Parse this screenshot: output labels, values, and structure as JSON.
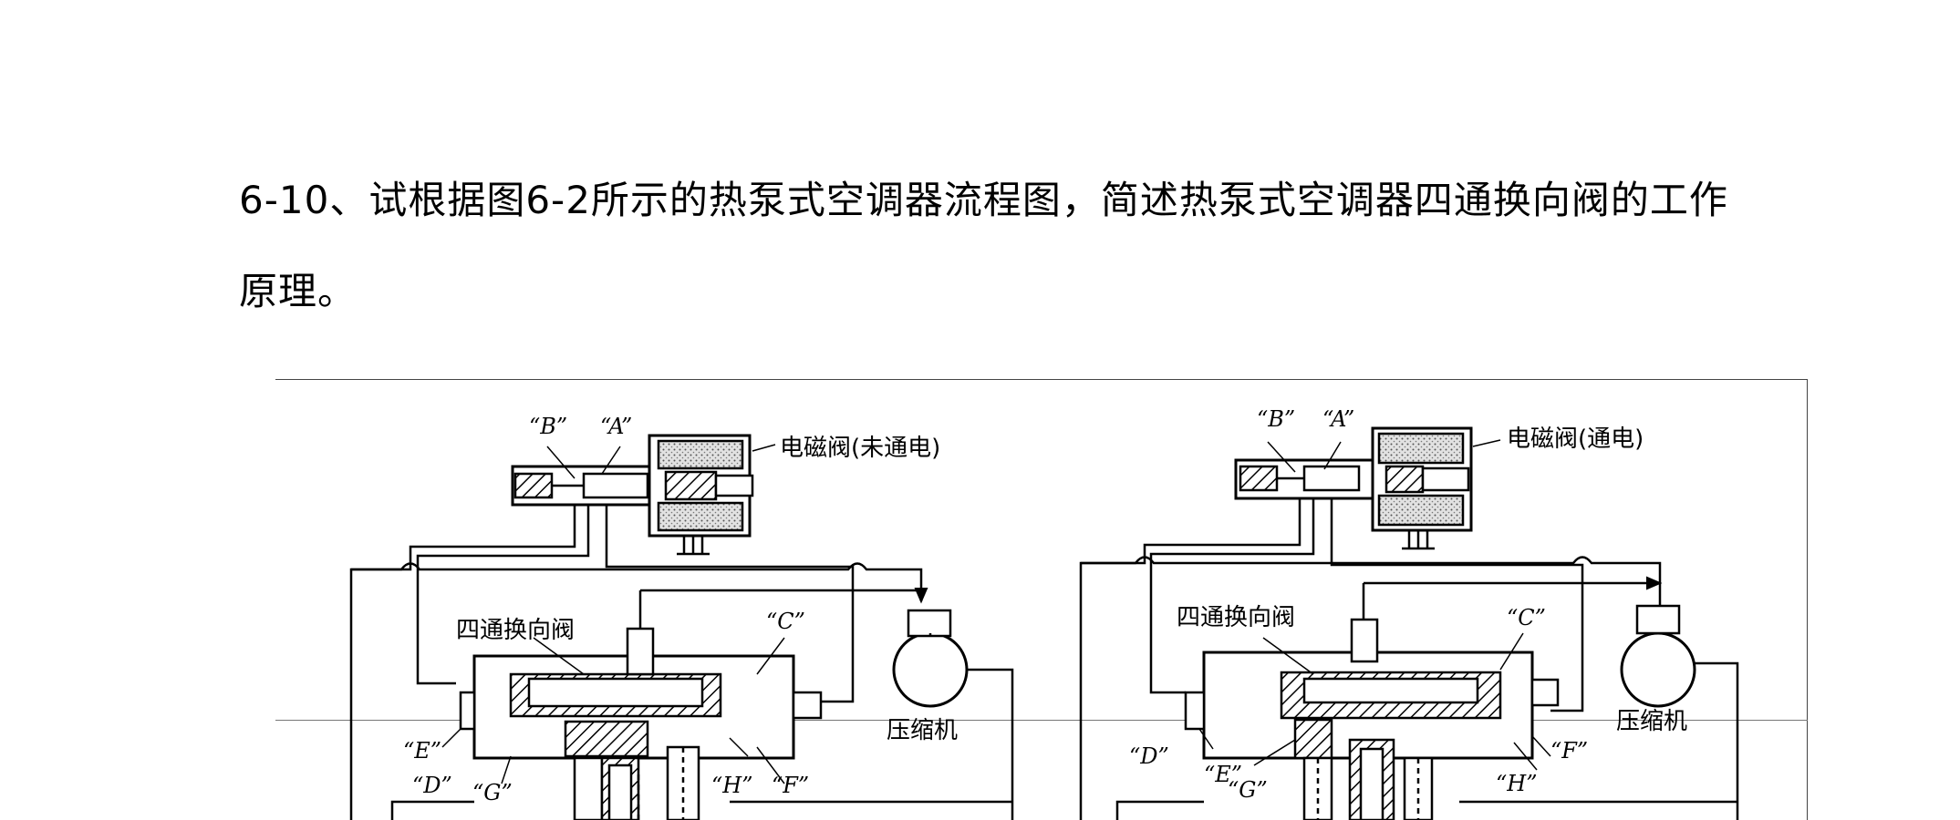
{
  "question": {
    "line1": "6-10、试根据图6-2所示的热泵式空调器流程图，简述热泵式空调器四通换向阀的工作",
    "line2": "原理。"
  },
  "left_panel": {
    "label_B": "“B”",
    "label_A": "“A”",
    "solenoid": "电磁阀(未通电)",
    "valve_name": "四通换向阀",
    "label_C": "“C”",
    "compressor": "压缩机",
    "label_E": "“E”",
    "label_D": "“D”",
    "label_G": "“G”",
    "label_H": "“H”",
    "label_F": "“F”"
  },
  "right_panel": {
    "label_B": "“B”",
    "label_A": "“A”",
    "solenoid": "电磁阀(通电)",
    "valve_name": "四通换向阀",
    "label_C": "“C”",
    "compressor": "压缩机",
    "label_D": "“D”",
    "label_E": "“E”",
    "label_G": "“G”",
    "label_F": "“F”",
    "label_H": "“H”"
  },
  "colors": {
    "ink": "#000000",
    "hatch": "#000000",
    "coil_fill": "#dcdcdc"
  }
}
